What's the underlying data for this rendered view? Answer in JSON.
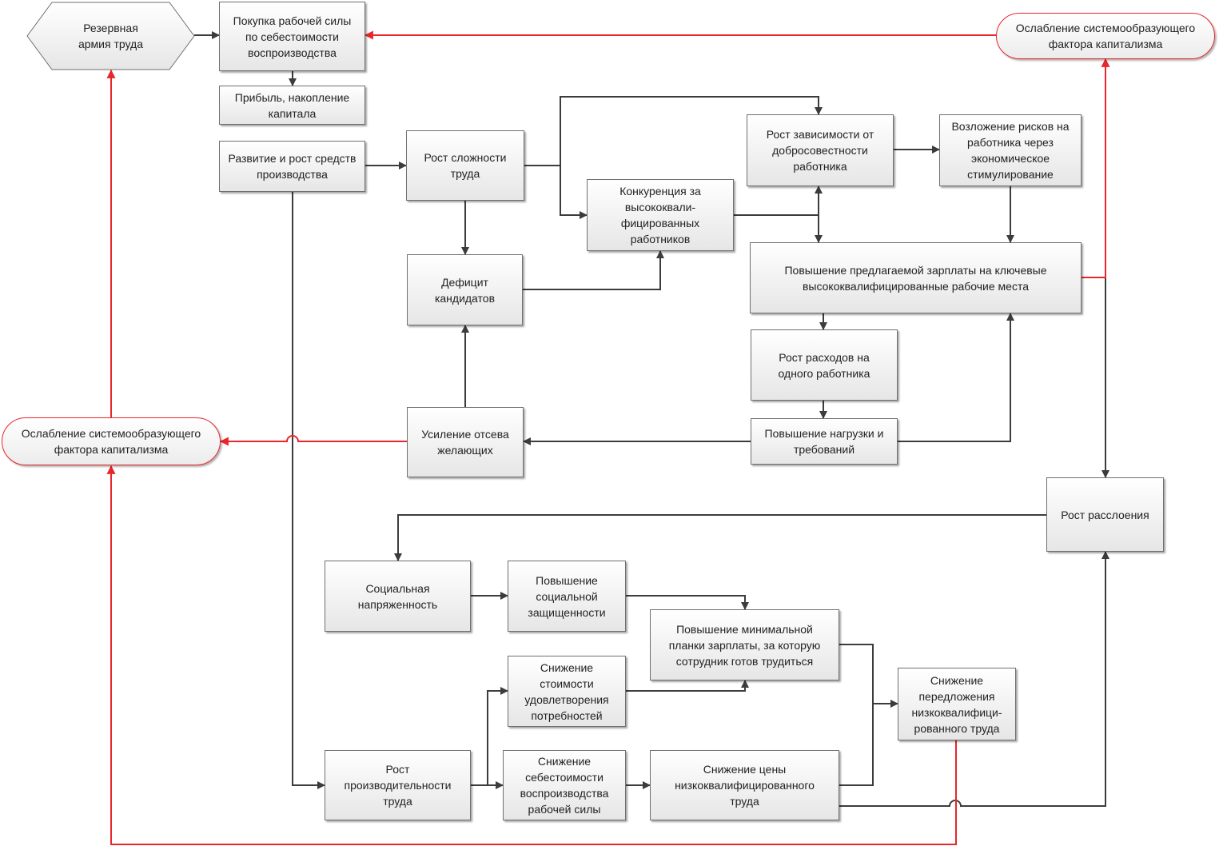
{
  "nodes": {
    "reserve_army": "Резервная\nармия труда",
    "labor_purchase": "Покупка рабочей силы\nпо себестоимости\nвоспроизводства",
    "weakening_top": "Ослабление системообразующего\nфактора капитализма",
    "profit_accumulation": "Прибыль, накопление\nкапитала",
    "means_of_production": "Развитие и рост средств\nпроизводства",
    "labor_complexity": "Рост сложности\nтруда",
    "dependence_growth": "Рост зависимости от\nдобросовестности\nработника",
    "risk_shift": "Возложение рисков на\nработника  через\nэкономическое\nстимулирование",
    "competition": "Конкуренция за\nвысококвали-\nфицированных\nработников",
    "candidate_deficit": "Дефицит\nкандидатов",
    "salary_increase": "Повышение  предлагаемой зарплаты на ключевые\nвысококвалифицированные рабочие места",
    "cost_per_worker": "Рост расходов на\nодного работника",
    "load_requirements": "Повышение нагрузки и\nтребований",
    "screening": "Усиление отсева\nжелающих",
    "weakening_left": "Ослабление системообразующего\nфактора капитализма",
    "stratification": "Рост расслоения",
    "social_tension": "Социальная\nнапряженность",
    "social_protection": "Повышение\nсоциальной\nзащищенности",
    "min_wage": "Повышение минимальной\nпланки зарплаты, за которую\nсотрудник готов трудиться",
    "needs_cost": "Снижение\nстоимости\nудовлетворения\nпотребностей",
    "low_skill_supply": "Снижение\nпередложения\nнизкоквалифици-\nрованного труда",
    "productivity": "Рост\nпроизводительности\nтруда",
    "reproduction_cost": "Снижение\nсебестоимости\nвоспроизводства\nрабочей силы",
    "low_skill_price": "Снижение цены\nнизкоквалифицированного\nтруда"
  },
  "colors": {
    "connector": "#3c3c3c",
    "feedback": "#e8262b",
    "node_border": "#6f6f6f"
  }
}
